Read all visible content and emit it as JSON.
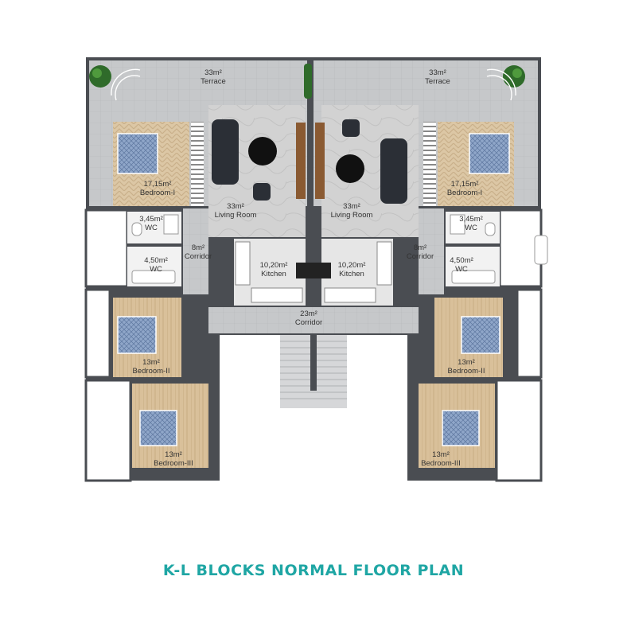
{
  "caption": "K-L BLOCKS NORMAL FLOOR PLAN",
  "rooms": {
    "terrace_left": {
      "area": "33m²",
      "name": "Terrace"
    },
    "terrace_right": {
      "area": "33m²",
      "name": "Terrace"
    },
    "bed1_left": {
      "area": "17,15m²",
      "name": "Bedroom-I"
    },
    "bed1_right": {
      "area": "17,15m²",
      "name": "Bedroom-I"
    },
    "living_left": {
      "area": "33m²",
      "name": "Living Room"
    },
    "living_right": {
      "area": "33m²",
      "name": "Living Room"
    },
    "wc1_left": {
      "area": "3,45m²",
      "name": "WC"
    },
    "wc1_right": {
      "area": "3,45m²",
      "name": "WC"
    },
    "wc2_left": {
      "area": "4,50m²",
      "name": "WC"
    },
    "wc2_right": {
      "area": "4,50m²",
      "name": "WC"
    },
    "corr_left": {
      "area": "8m²",
      "name": "Corridor"
    },
    "corr_right": {
      "area": "8m²",
      "name": "Corridor"
    },
    "kitchen_left": {
      "area": "10,20m²",
      "name": "Kitchen"
    },
    "kitchen_right": {
      "area": "10,20m²",
      "name": "Kitchen"
    },
    "corr_center": {
      "area": "23m²",
      "name": "Corridor"
    },
    "bed2_left": {
      "area": "13m²",
      "name": "Bedroom-II"
    },
    "bed2_right": {
      "area": "13m²",
      "name": "Bedroom-II"
    },
    "bed3_left": {
      "area": "13m²",
      "name": "Bedroom-III"
    },
    "bed3_right": {
      "area": "13m²",
      "name": "Bedroom-III"
    }
  },
  "colors": {
    "wall": "#4a4d52",
    "floor": "#c8c9cb",
    "living_floor": "#cfcfcf",
    "wood": "#ddc9a8",
    "caption": "#1fa6a4"
  }
}
